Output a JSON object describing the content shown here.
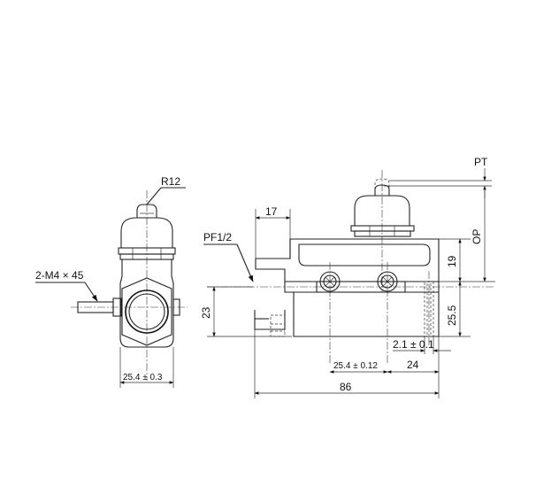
{
  "drawing": {
    "labels": {
      "r12": "R12",
      "m4": "2-M4 × 45",
      "w_side": "25.4 ± 0.3",
      "pf": "PF1/2",
      "d17": "17",
      "d23": "23",
      "pt": "PT",
      "op": "OP",
      "d19": "19",
      "d25_5": "25.5",
      "d2_1": "2.1 ± 0.1",
      "d25_4": "25.4 ± 0.12",
      "d24": "24",
      "d86": "86"
    }
  }
}
